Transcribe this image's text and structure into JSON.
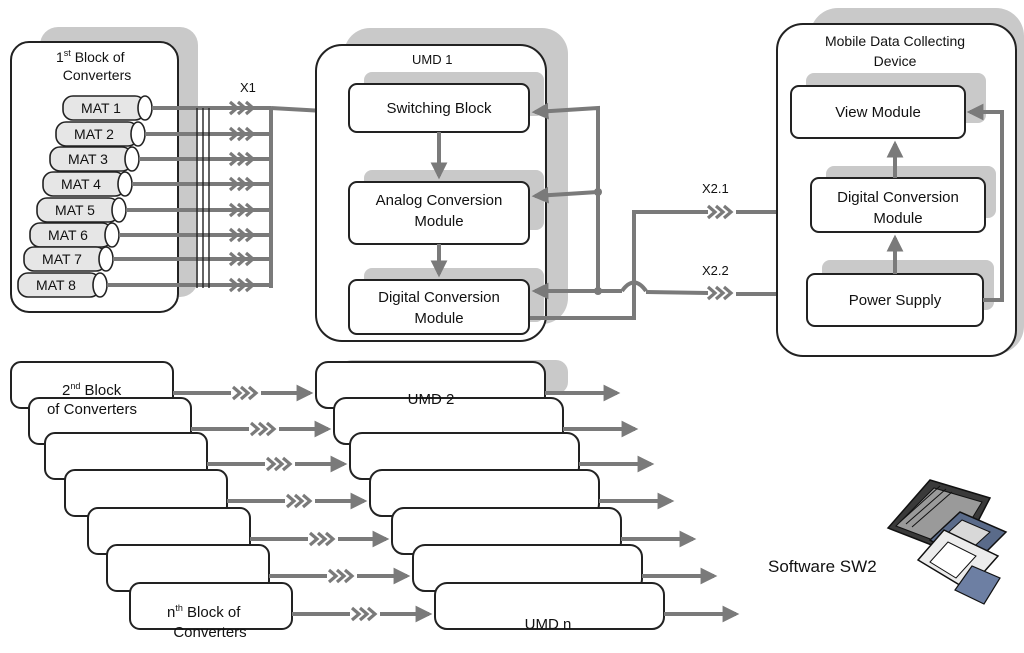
{
  "block1": {
    "sup": "st",
    "title_rest": " Block of",
    "title_line2": "Converters"
  },
  "mats": [
    "MAT 1",
    "MAT 2",
    "MAT 3",
    "MAT 4",
    "MAT 5",
    "MAT 6",
    "MAT 7",
    "MAT 8"
  ],
  "connectors": {
    "x1": "X1",
    "x21": "X2.1",
    "x22": "X2.2"
  },
  "umd1": {
    "title": "UMD  1",
    "switching": "Switching Block",
    "analog_line1": "Analog Conversion",
    "analog_line2": "Module",
    "digital_line1": "Digital Conversion",
    "digital_line2": "Module"
  },
  "mdc": {
    "title_line1": "Mobile Data Collecting",
    "title_line2": "Device",
    "view": "View Module",
    "digital_line1": "Digital Conversion",
    "digital_line2": "Module",
    "power": "Power Supply"
  },
  "block2": {
    "num": "2",
    "sup": "nd",
    "title_rest": "  Block",
    "title_line2": "of Converters"
  },
  "blockn": {
    "num": "n",
    "sup": "th",
    "title_rest": " Block of",
    "title_line2": "Converters"
  },
  "umd2": "UMD 2",
  "umdn": "UMD  n",
  "software": {
    "label": "Software SW2",
    "icon": "floppy-disks-icon"
  }
}
